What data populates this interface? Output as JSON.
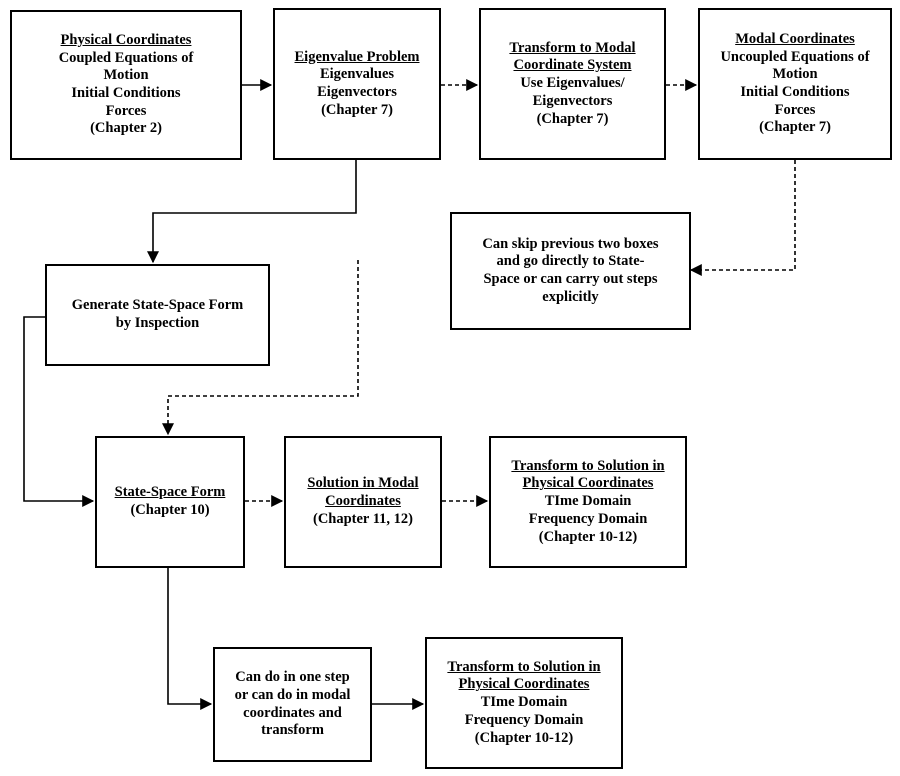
{
  "boxes": {
    "physical": {
      "title": "Physical Coordinates",
      "lines": [
        "Coupled Equations of",
        "Motion",
        "Initial Conditions",
        "Forces",
        "(Chapter 2)"
      ]
    },
    "eigen": {
      "title": "Eigenvalue Problem",
      "lines": [
        "Eigenvalues",
        "Eigenvectors",
        "(Chapter 7)"
      ]
    },
    "transform_modal": {
      "title_lines": [
        "Transform to Modal",
        "Coordinate System"
      ],
      "lines": [
        "Use Eigenvalues/",
        "Eigenvectors",
        "(Chapter 7)"
      ]
    },
    "modal": {
      "title": "Modal Coordinates",
      "lines": [
        "Uncoupled Equations of",
        "Motion",
        "Initial Conditions",
        "Forces",
        "(Chapter 7)"
      ]
    },
    "skip": {
      "lines": [
        "Can skip previous two boxes",
        "and go directly to State-",
        "Space or can carry out steps",
        "explicitly"
      ]
    },
    "generate": {
      "lines": [
        "Generate State-Space Form",
        "by Inspection"
      ]
    },
    "state_space": {
      "title": "State-Space Form",
      "lines": [
        "(Chapter 10)"
      ]
    },
    "solution_modal": {
      "title_lines": [
        "Solution in Modal",
        "Coordinates"
      ],
      "lines": [
        "(Chapter 11, 12)"
      ]
    },
    "transform_solution_1": {
      "title_lines": [
        "Transform to Solution in",
        "Physical Coordinates"
      ],
      "lines": [
        "TIme Domain",
        "Frequency Domain",
        "(Chapter 10-12)"
      ]
    },
    "one_step": {
      "lines": [
        "Can do in one step",
        "or can do in modal",
        "coordinates and",
        "transform"
      ]
    },
    "transform_solution_2": {
      "title_lines": [
        "Transform to Solution in",
        "Physical Coordinates"
      ],
      "lines": [
        "TIme Domain",
        "Frequency Domain",
        "(Chapter 10-12)"
      ]
    }
  }
}
